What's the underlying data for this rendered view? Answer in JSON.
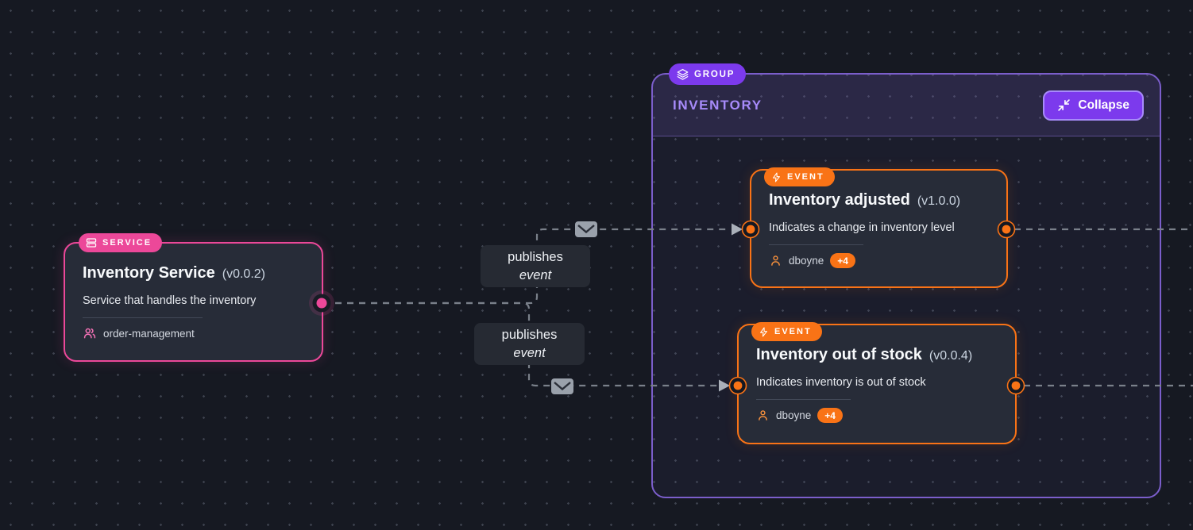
{
  "canvas": {
    "background": "#161922",
    "dot_color": "#3d424e"
  },
  "group": {
    "badge_label": "GROUP",
    "title": "INVENTORY",
    "collapse_label": "Collapse",
    "accent": "#7c3aed",
    "border_color": "#7b5ecb"
  },
  "service_node": {
    "badge_label": "SERVICE",
    "title": "Inventory Service",
    "version": "(v0.0.2)",
    "description": "Service that handles the inventory",
    "owner": "order-management",
    "accent": "#ec4899"
  },
  "events": [
    {
      "badge_label": "EVENT",
      "title": "Inventory adjusted",
      "version": "(v1.0.0)",
      "description": "Indicates a change in inventory level",
      "owner": "dboyne",
      "owner_overflow": "+4",
      "accent": "#f97316"
    },
    {
      "badge_label": "EVENT",
      "title": "Inventory out of stock",
      "version": "(v0.0.4)",
      "description": "Indicates inventory is out of stock",
      "owner": "dboyne",
      "owner_overflow": "+4",
      "accent": "#f97316"
    }
  ],
  "edges": [
    {
      "line1": "publishes",
      "line2": "event"
    },
    {
      "line1": "publishes",
      "line2": "event"
    }
  ]
}
